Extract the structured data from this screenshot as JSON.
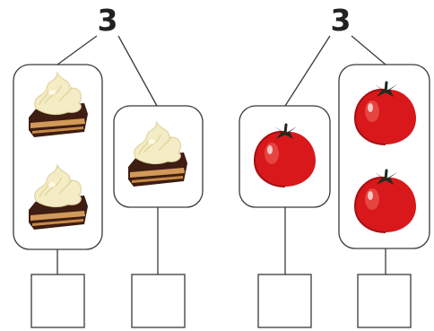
{
  "problems": [
    {
      "total": "3",
      "item_icon": "cake-icon",
      "groups": [
        {
          "count": 2
        },
        {
          "count": 1
        }
      ],
      "answers": [
        "",
        ""
      ]
    },
    {
      "total": "3",
      "item_icon": "tomato-icon",
      "groups": [
        {
          "count": 1
        },
        {
          "count": 2
        }
      ],
      "answers": [
        "",
        ""
      ]
    }
  ],
  "colors": {
    "line": "#3a3a3a",
    "tomato": "#d8181b",
    "cream": "#f4ecc4",
    "chocolate": "#3e1d12",
    "cake": "#d29a58"
  }
}
